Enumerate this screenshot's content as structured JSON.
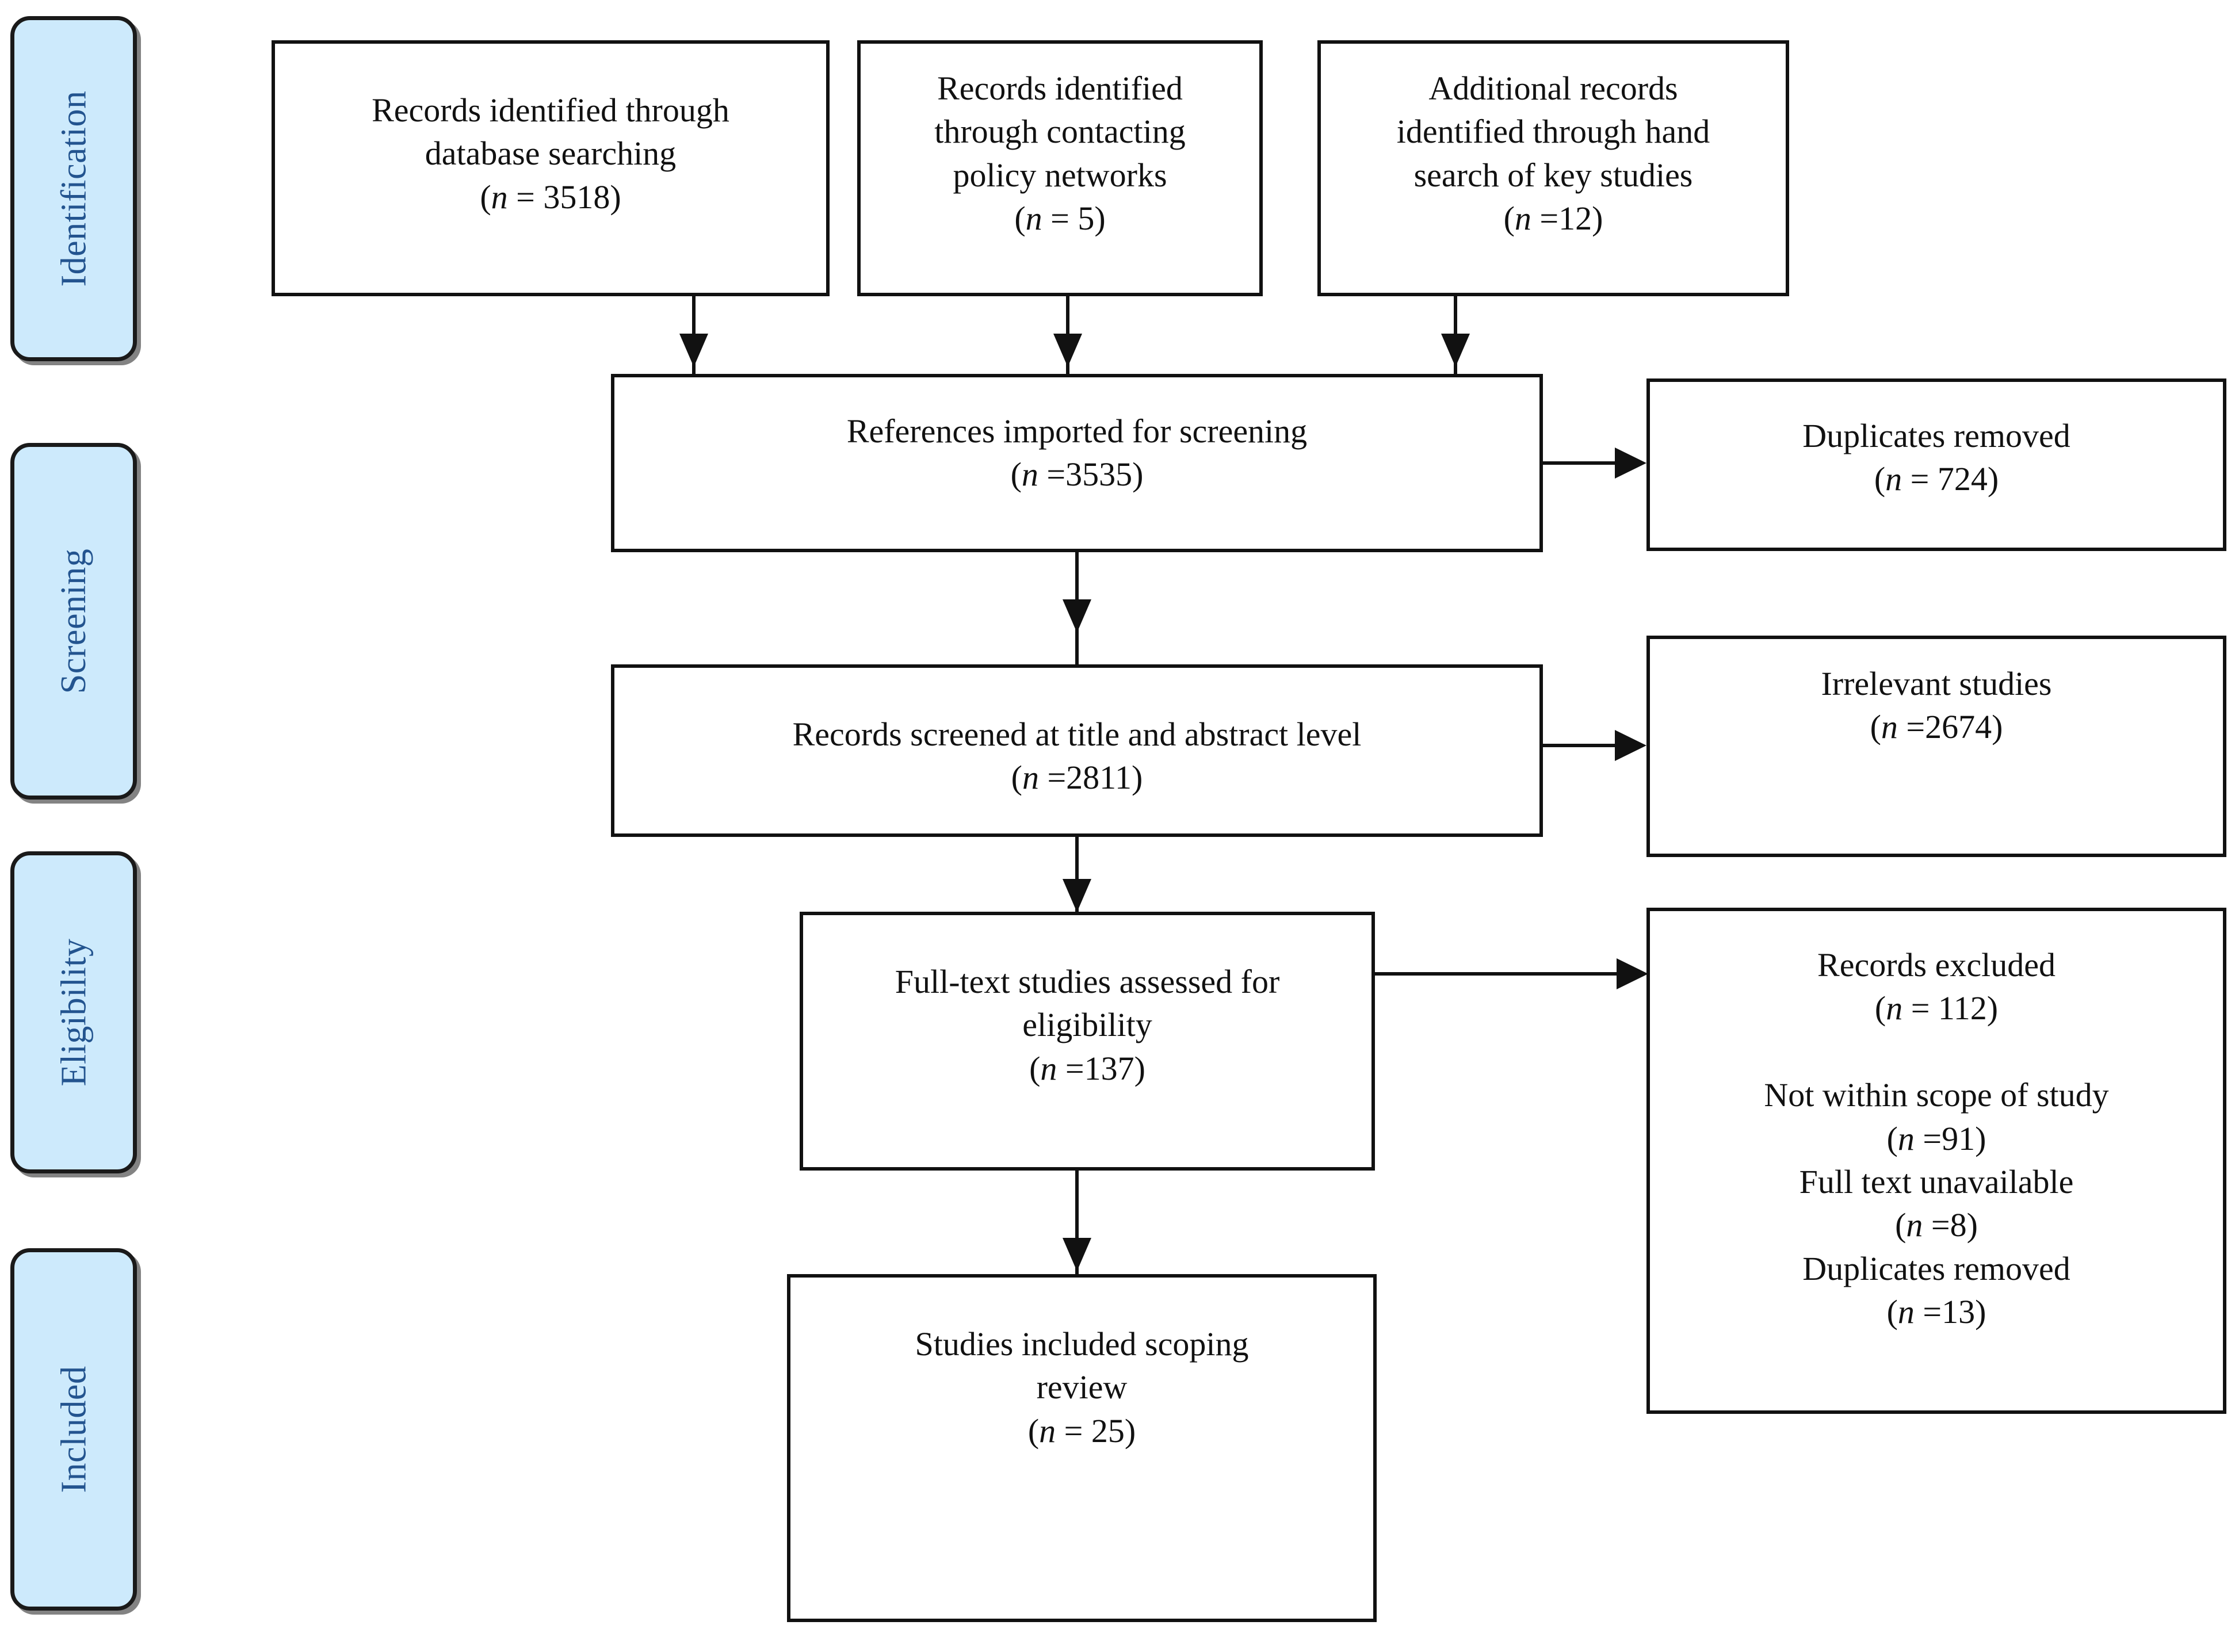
{
  "diagram": {
    "type": "prisma-flow-diagram",
    "title": "PRISMA scoping review flow diagram",
    "colors": {
      "stage_fill": "#cdeafc",
      "stage_text": "#23548f",
      "box_border": "#111111",
      "box_fill": "#ffffff",
      "connector": "#111111",
      "page_background": "#ffffff"
    }
  },
  "stages": [
    {
      "id": "identification",
      "label": "Identification"
    },
    {
      "id": "screening",
      "label": "Screening"
    },
    {
      "id": "eligibility",
      "label": "Eligibility"
    },
    {
      "id": "included",
      "label": "Included"
    }
  ],
  "boxes": {
    "database_searching": {
      "id": "records-identified-database",
      "text": "Records identified through\ndatabase searching\n(n = 3518)",
      "n": 3518,
      "stage": "identification"
    },
    "policy_networks": {
      "id": "records-identified-policy-networks",
      "text": "Records identified\nthrough contacting\npolicy networks\n(n = 5)",
      "n": 5,
      "stage": "identification"
    },
    "hand_search": {
      "id": "additional-records-hand-search",
      "text": "Additional records\nidentified through hand\nsearch of key studies\n(n =12)",
      "n": 12,
      "stage": "identification"
    },
    "references_imported": {
      "id": "references-imported-for-screening",
      "text": "References imported for screening\n(n =3535)",
      "n": 3535,
      "stage": "screening"
    },
    "duplicates_removed": {
      "id": "duplicates-removed",
      "text": "Duplicates removed\n(n = 724)",
      "n": 724,
      "stage": "screening"
    },
    "records_screened": {
      "id": "records-screened-title-abstract",
      "text": "Records screened at title and abstract level\n(n =2811)",
      "n": 2811,
      "stage": "screening"
    },
    "irrelevant_studies": {
      "id": "irrelevant-studies",
      "text": "Irrelevant studies\n(n =2674)",
      "n": 2674,
      "stage": "screening"
    },
    "full_text_assessed": {
      "id": "full-text-studies-assessed",
      "text": "Full-text studies assessed for\neligibility\n(n =137)",
      "n": 137,
      "stage": "eligibility"
    },
    "records_excluded": {
      "id": "records-excluded",
      "text": "Records excluded\n(n = 112)\n\nNot within scope of study\n(n =91)\nFull text unavailable\n(n =8)\nDuplicates removed\n(n =13)",
      "n": 112,
      "reasons": [
        {
          "label": "Not within scope of study",
          "n": 91
        },
        {
          "label": "Full text unavailable",
          "n": 8
        },
        {
          "label": "Duplicates removed",
          "n": 13
        }
      ],
      "stage": "eligibility"
    },
    "studies_included": {
      "id": "studies-included-scoping-review",
      "text": "Studies included scoping\nreview\n(n = 25)",
      "n": 25,
      "stage": "included"
    }
  },
  "connectors": [
    {
      "from": "database_searching",
      "to": "references_imported",
      "direction": "down"
    },
    {
      "from": "policy_networks",
      "to": "references_imported",
      "direction": "down"
    },
    {
      "from": "hand_search",
      "to": "references_imported",
      "direction": "down"
    },
    {
      "from": "references_imported",
      "to": "duplicates_removed",
      "direction": "right"
    },
    {
      "from": "references_imported",
      "to": "records_screened",
      "direction": "down"
    },
    {
      "from": "records_screened",
      "to": "irrelevant_studies",
      "direction": "right"
    },
    {
      "from": "records_screened",
      "to": "full_text_assessed",
      "direction": "down"
    },
    {
      "from": "full_text_assessed",
      "to": "records_excluded",
      "direction": "right"
    },
    {
      "from": "full_text_assessed",
      "to": "studies_included",
      "direction": "down"
    }
  ]
}
